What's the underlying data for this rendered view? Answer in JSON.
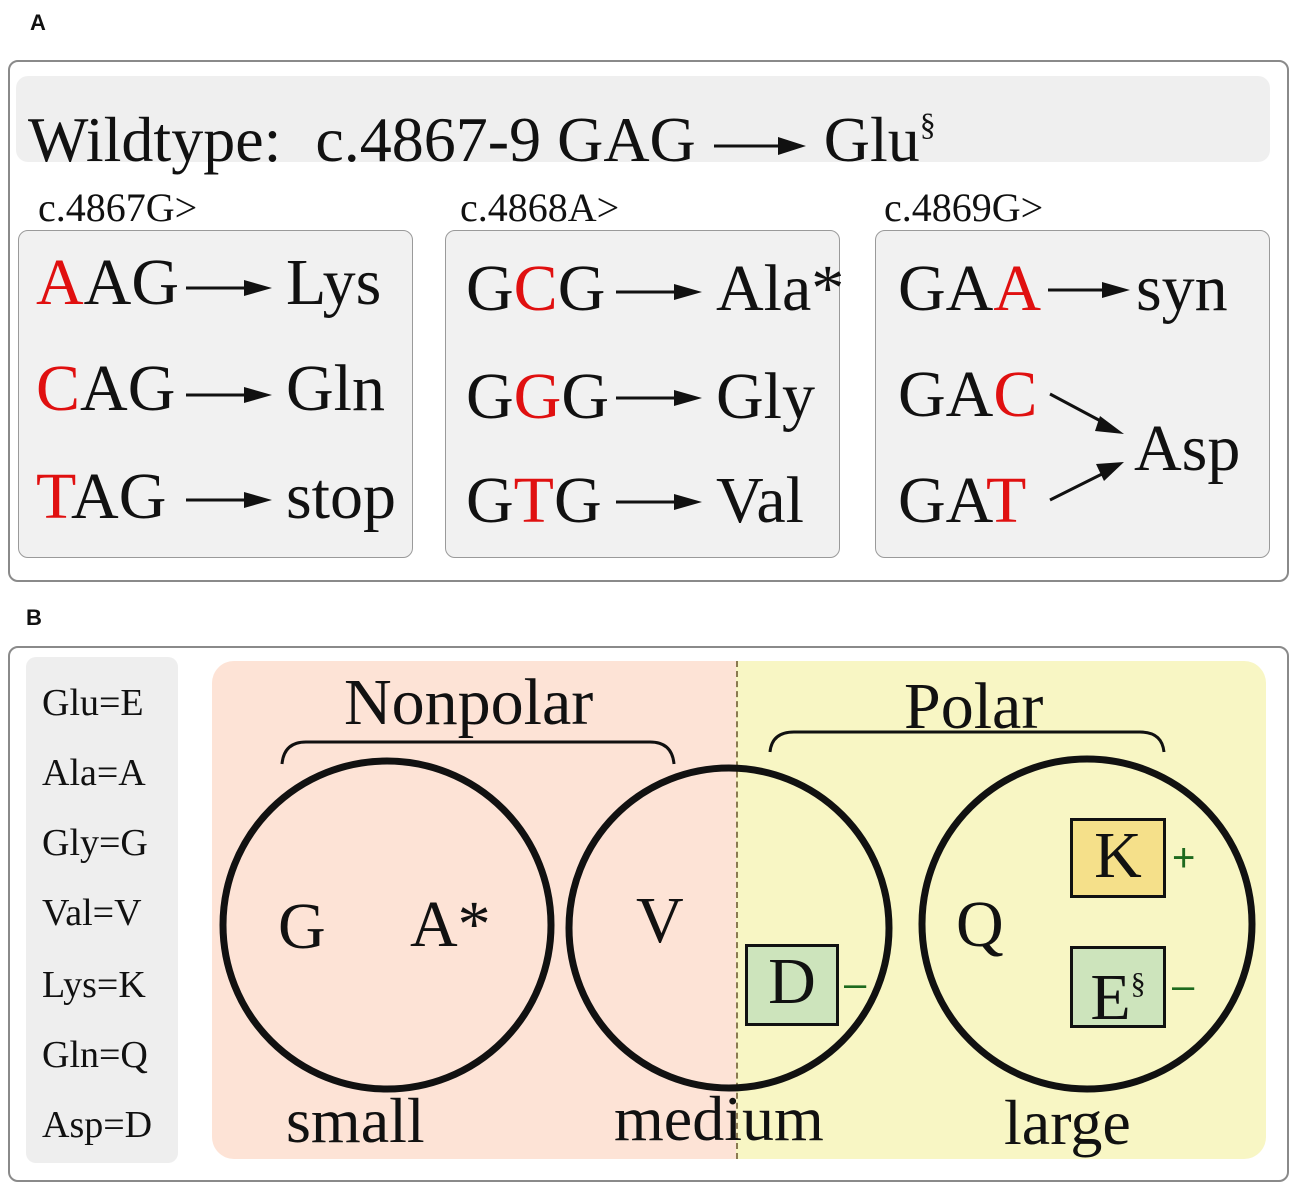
{
  "panel_a": {
    "letter": "A",
    "wildtype": {
      "label": "Wildtype:",
      "mutation": "c.4867-9 GAG",
      "aa": "Glu",
      "mark": "§"
    },
    "columns": [
      {
        "header": "c.4867G>",
        "rows": [
          {
            "pre": "",
            "mut": "A",
            "post": "AG",
            "aa": "Lys"
          },
          {
            "pre": "",
            "mut": "C",
            "post": "AG",
            "aa": "Gln"
          },
          {
            "pre": "",
            "mut": "T",
            "post": "AG",
            "aa": "stop"
          }
        ]
      },
      {
        "header": "c.4868A>",
        "rows": [
          {
            "pre": "G",
            "mut": "C",
            "post": "G",
            "aa": "Ala*"
          },
          {
            "pre": "G",
            "mut": "G",
            "post": "G",
            "aa": "Gly"
          },
          {
            "pre": "G",
            "mut": "T",
            "post": "G",
            "aa": "Val"
          }
        ]
      },
      {
        "header": "c.4869G>",
        "rows": [
          {
            "pre": "GA",
            "mut": "A",
            "post": "",
            "aa": "syn"
          },
          {
            "pre": "GA",
            "mut": "C",
            "post": ""
          },
          {
            "pre": "GA",
            "mut": "T",
            "post": ""
          }
        ],
        "merged_aa": "Asp"
      }
    ],
    "mutation_color": "#e01010"
  },
  "panel_b": {
    "letter": "B",
    "legend": [
      "Glu=E",
      "Ala=A",
      "Gly=G",
      "Val=V",
      "Lys=K",
      "Gln=Q",
      "Asp=D"
    ],
    "groups": {
      "nonpolar": "Nonpolar",
      "polar": "Polar"
    },
    "sizes": {
      "small": "small",
      "medium": "medium",
      "large": "large"
    },
    "small_residues": {
      "g": "G",
      "a": "A*"
    },
    "medium_residues": {
      "v": "V",
      "d": "D",
      "d_charge": "–"
    },
    "large_residues": {
      "q": "Q",
      "k": "K",
      "k_charge": "+",
      "e": "E",
      "e_mark": "§",
      "e_charge": "–"
    },
    "colors": {
      "nonpolar_bg": "#fde3d6",
      "polar_bg": "#f8f6c4",
      "positive_box": "#f5e08a",
      "negative_box": "#cde4bc",
      "charge": "#1e6a1e"
    }
  }
}
